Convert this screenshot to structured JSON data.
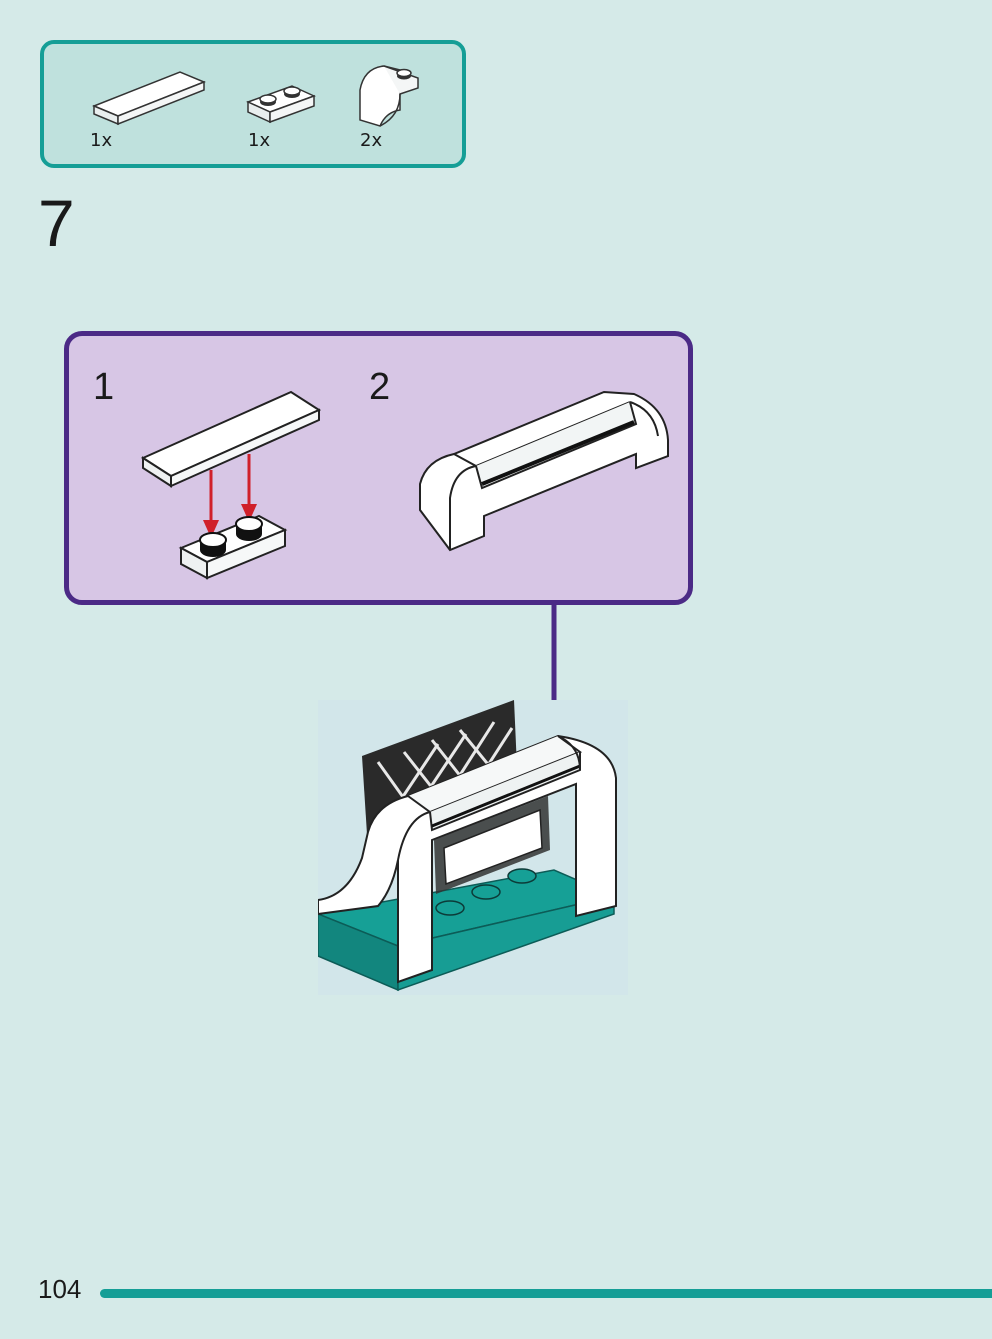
{
  "parts": [
    {
      "name": "tile-1x4-white",
      "qty": "1x"
    },
    {
      "name": "plate-1x2-white",
      "qty": "1x"
    },
    {
      "name": "curved-slope-white",
      "qty": "2x"
    }
  ],
  "step": {
    "number": "7"
  },
  "substeps": [
    {
      "number": "1"
    },
    {
      "number": "2"
    }
  ],
  "page": {
    "number": "104"
  },
  "colors": {
    "background": "#d5eae8",
    "parts_border": "#159e96",
    "parts_fill": "#bfe1dd",
    "substep_border": "#4b2a86",
    "substep_fill": "#d7c6e5",
    "arrow_red": "#d0202a",
    "teal_brick": "#16a096"
  }
}
